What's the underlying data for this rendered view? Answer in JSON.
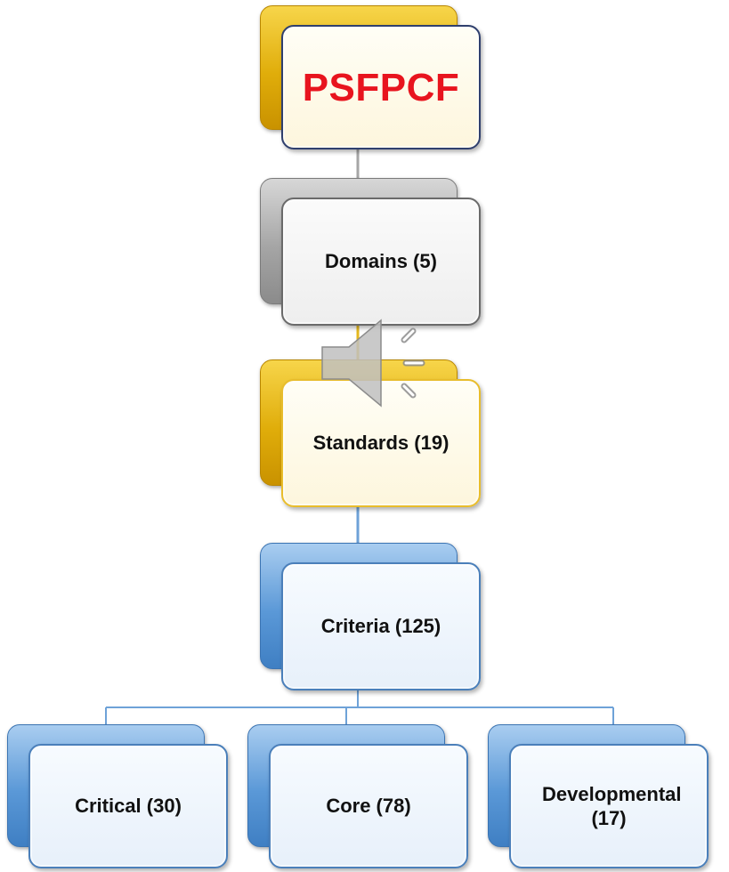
{
  "diagram": {
    "title": "PSFPCF",
    "levels": [
      {
        "label": "Domains (5)"
      },
      {
        "label": "Standards (19)"
      },
      {
        "label": "Criteria (125)"
      }
    ],
    "categories": [
      {
        "label": "Critical (30)"
      },
      {
        "label": "Core (78)"
      },
      {
        "label": "Developmental (17)"
      }
    ]
  },
  "colors": {
    "title_text": "#e8141e",
    "gold_accent": "#e0ad0a",
    "gray_accent": "#a5a5a5",
    "blue_accent": "#5a98d7",
    "connector_gray": "#a6a6a6",
    "connector_gold": "#e6b91e",
    "connector_blue": "#6ea2d8"
  },
  "icons": {
    "audio": "speaker-icon"
  }
}
